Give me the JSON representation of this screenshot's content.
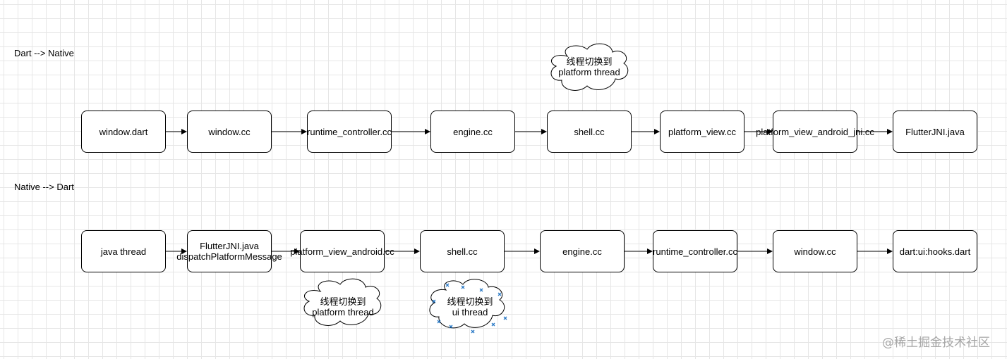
{
  "rows": [
    {
      "label": "Dart --> Native",
      "nodes": [
        "window.dart",
        "window.cc",
        "runtime_controller.cc",
        "engine.cc",
        "shell.cc",
        "platform_view.cc",
        "platform_view_android_jni.cc",
        "FlutterJNI.java"
      ]
    },
    {
      "label": "Native --> Dart",
      "nodes": [
        "java thread",
        "FlutterJNI.java\ndispatchPlatformMessage",
        "platform_view_android.cc",
        "shell.cc",
        "engine.cc",
        "runtime_controller.cc",
        "window.cc",
        "dart:ui:hooks.dart"
      ]
    }
  ],
  "clouds": [
    {
      "text": "线程切换到\nplatform thread",
      "selected": false
    },
    {
      "text": "线程切换到\nplatform thread",
      "selected": false
    },
    {
      "text": "线程切换到\nui thread",
      "selected": true
    }
  ],
  "watermark": "@稀土掘金技术社区",
  "colors": {
    "stroke": "#000000",
    "selection_handle": "#2979c6",
    "grid": "#e6e6e6"
  }
}
